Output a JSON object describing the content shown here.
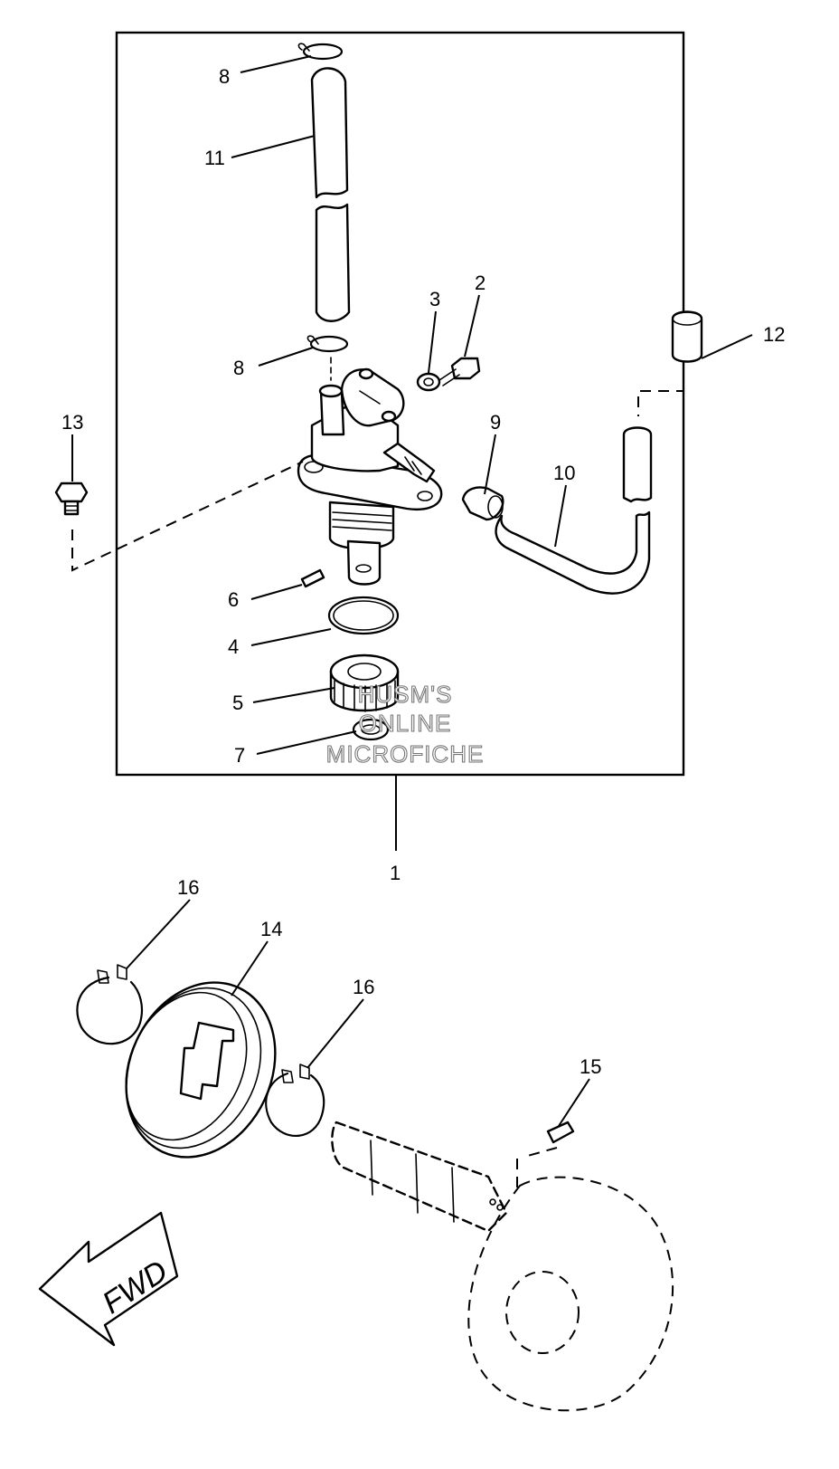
{
  "callouts": {
    "c1": "1",
    "c2": "2",
    "c3": "3",
    "c4": "4",
    "c5": "5",
    "c6": "6",
    "c7": "7",
    "c8a": "8",
    "c8b": "8",
    "c9": "9",
    "c10": "10",
    "c11": "11",
    "c12": "12",
    "c13": "13",
    "c14": "14",
    "c15": "15",
    "c16a": "16",
    "c16b": "16"
  },
  "watermark": {
    "line1": "HUSM'S",
    "line2": "ONLINE",
    "line3": "MICROFICHE"
  },
  "fwd_arrow": {
    "label": "FWD"
  }
}
